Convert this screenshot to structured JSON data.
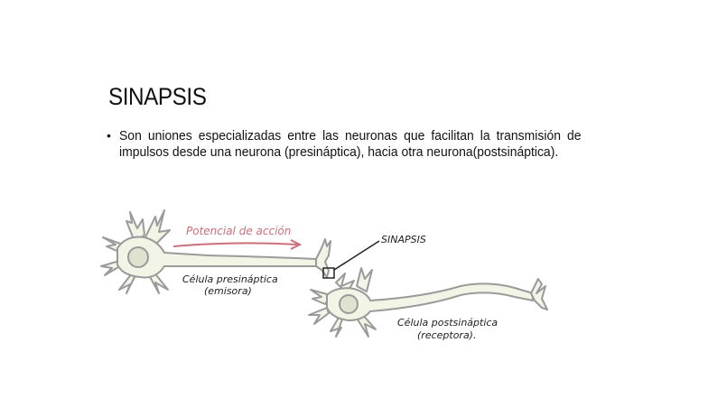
{
  "slide": {
    "title": "SINAPSIS",
    "bullets": [
      "Son uniones especializadas entre las neuronas que facilitan la transmisión de impulsos desde una neurona (presináptica), hacia otra neurona(postsináptica)."
    ],
    "bullet_glyph": "•"
  },
  "diagram": {
    "action_potential_label": "Potencial de acción",
    "synapse_label": "SINAPSIS",
    "presynaptic_label_line1": "Célula presináptica",
    "presynaptic_label_line2": "(emisora)",
    "postsynaptic_label_line1": "Célula postsináptica",
    "postsynaptic_label_line2": "(receptora).",
    "colors": {
      "neuron_fill": "#f2f4e6",
      "neuron_stroke": "#9a9a9a",
      "nucleus_fill": "#dfe2cf",
      "arrow": "#c9707a",
      "ink": "#222222"
    }
  }
}
